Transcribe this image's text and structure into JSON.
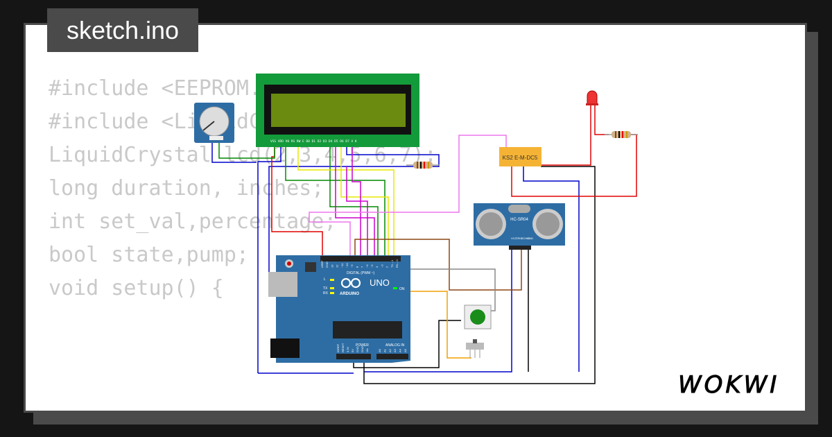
{
  "header": {
    "filename": "sketch.ino"
  },
  "code_lines": [
    "#include <EEPROM.h>",
    "",
    "#include <LiquidCrystal.h>",
    "LiquidCrystal lcd(2,3,4,5,6,7);",
    "",
    "long duration, inches;",
    "int set_val,percentage;",
    "bool state,pump;",
    "",
    "void setup() {"
  ],
  "components": {
    "lcd_pin_labels": "VSS VDD V0 RS RW E D0 D1 D2 D3 D4 D5 D6 D7 A K",
    "relay_label": "KS2 E-M-DC5",
    "sonar_label": "HC-SR04",
    "sonar_pins": [
      "VCC",
      "TRIG",
      "ECHO",
      "GND"
    ],
    "arduino": {
      "model": "UNO",
      "brand": "ARDUINO",
      "digital_label": "DIGITAL (PWM ~)",
      "power_label": "POWER",
      "analog_label": "ANALOG IN",
      "led_labels": [
        "L",
        "TX",
        "RX"
      ],
      "on_label": "ON",
      "digital_pins": [
        "AREF",
        "GND",
        "13",
        "12",
        "~11",
        "~10",
        "~9",
        "8",
        "7",
        "~6",
        "~5",
        "4",
        "~3",
        "2",
        "TX→1",
        "RX←0"
      ],
      "power_pins": [
        "IOREF",
        "RESET",
        "3.3V",
        "5V",
        "GND",
        "GND",
        "Vin"
      ],
      "analog_pins": [
        "A0",
        "A1",
        "A2",
        "A3",
        "A4",
        "A5"
      ]
    }
  },
  "brand": {
    "logo_text": "WOKWI"
  },
  "colors": {
    "wire_red": "#e00000",
    "wire_blue": "#0000cc",
    "wire_green": "#008800",
    "wire_yellow": "#e8e800",
    "wire_magenta": "#cc00cc",
    "wire_pink": "#ee77ee",
    "wire_brown": "#8b4513",
    "wire_gray": "#888888",
    "wire_orange": "#f0a000",
    "wire_black": "#000000",
    "board": "#2e6da4",
    "lcd_pcb": "#139a3b",
    "lcd_screen": "#6b8a10",
    "relay": "#f5b335"
  }
}
